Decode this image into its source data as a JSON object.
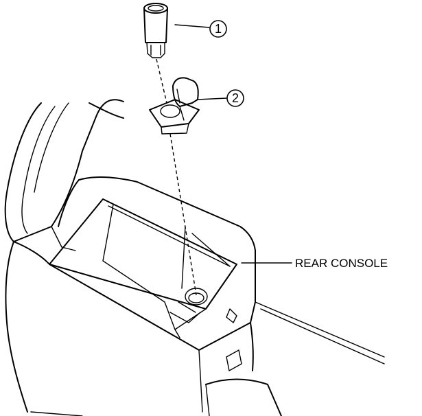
{
  "callouts": [
    {
      "number": "1"
    },
    {
      "number": "2"
    }
  ],
  "labels": {
    "rear_console": "REAR CONSOLE"
  }
}
